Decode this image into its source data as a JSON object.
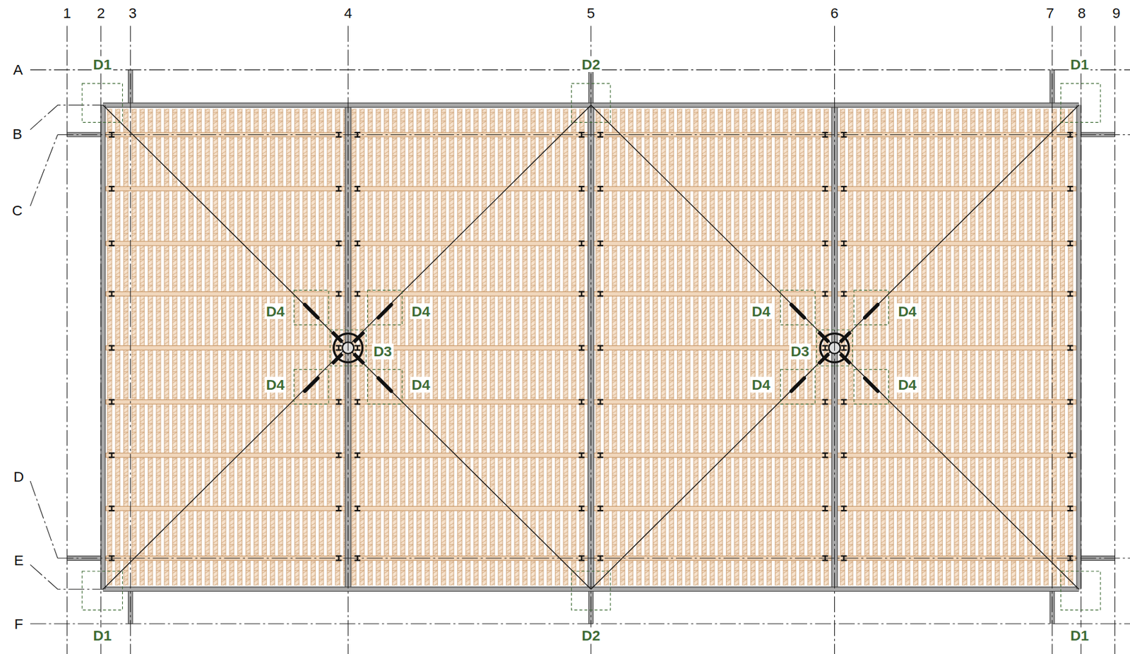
{
  "diagram": {
    "labels": [
      "1",
      "2",
      "3",
      "4",
      "5",
      "6",
      "7",
      "8",
      "9",
      "A",
      "D1",
      "D2",
      "D1",
      "B",
      "C",
      "D4",
      "D4",
      "D4",
      "D4",
      "D3",
      "D3",
      "D4",
      "D4",
      "D4",
      "D4",
      "D",
      "E",
      "F",
      "D1",
      "D2",
      "D1"
    ]
  }
}
